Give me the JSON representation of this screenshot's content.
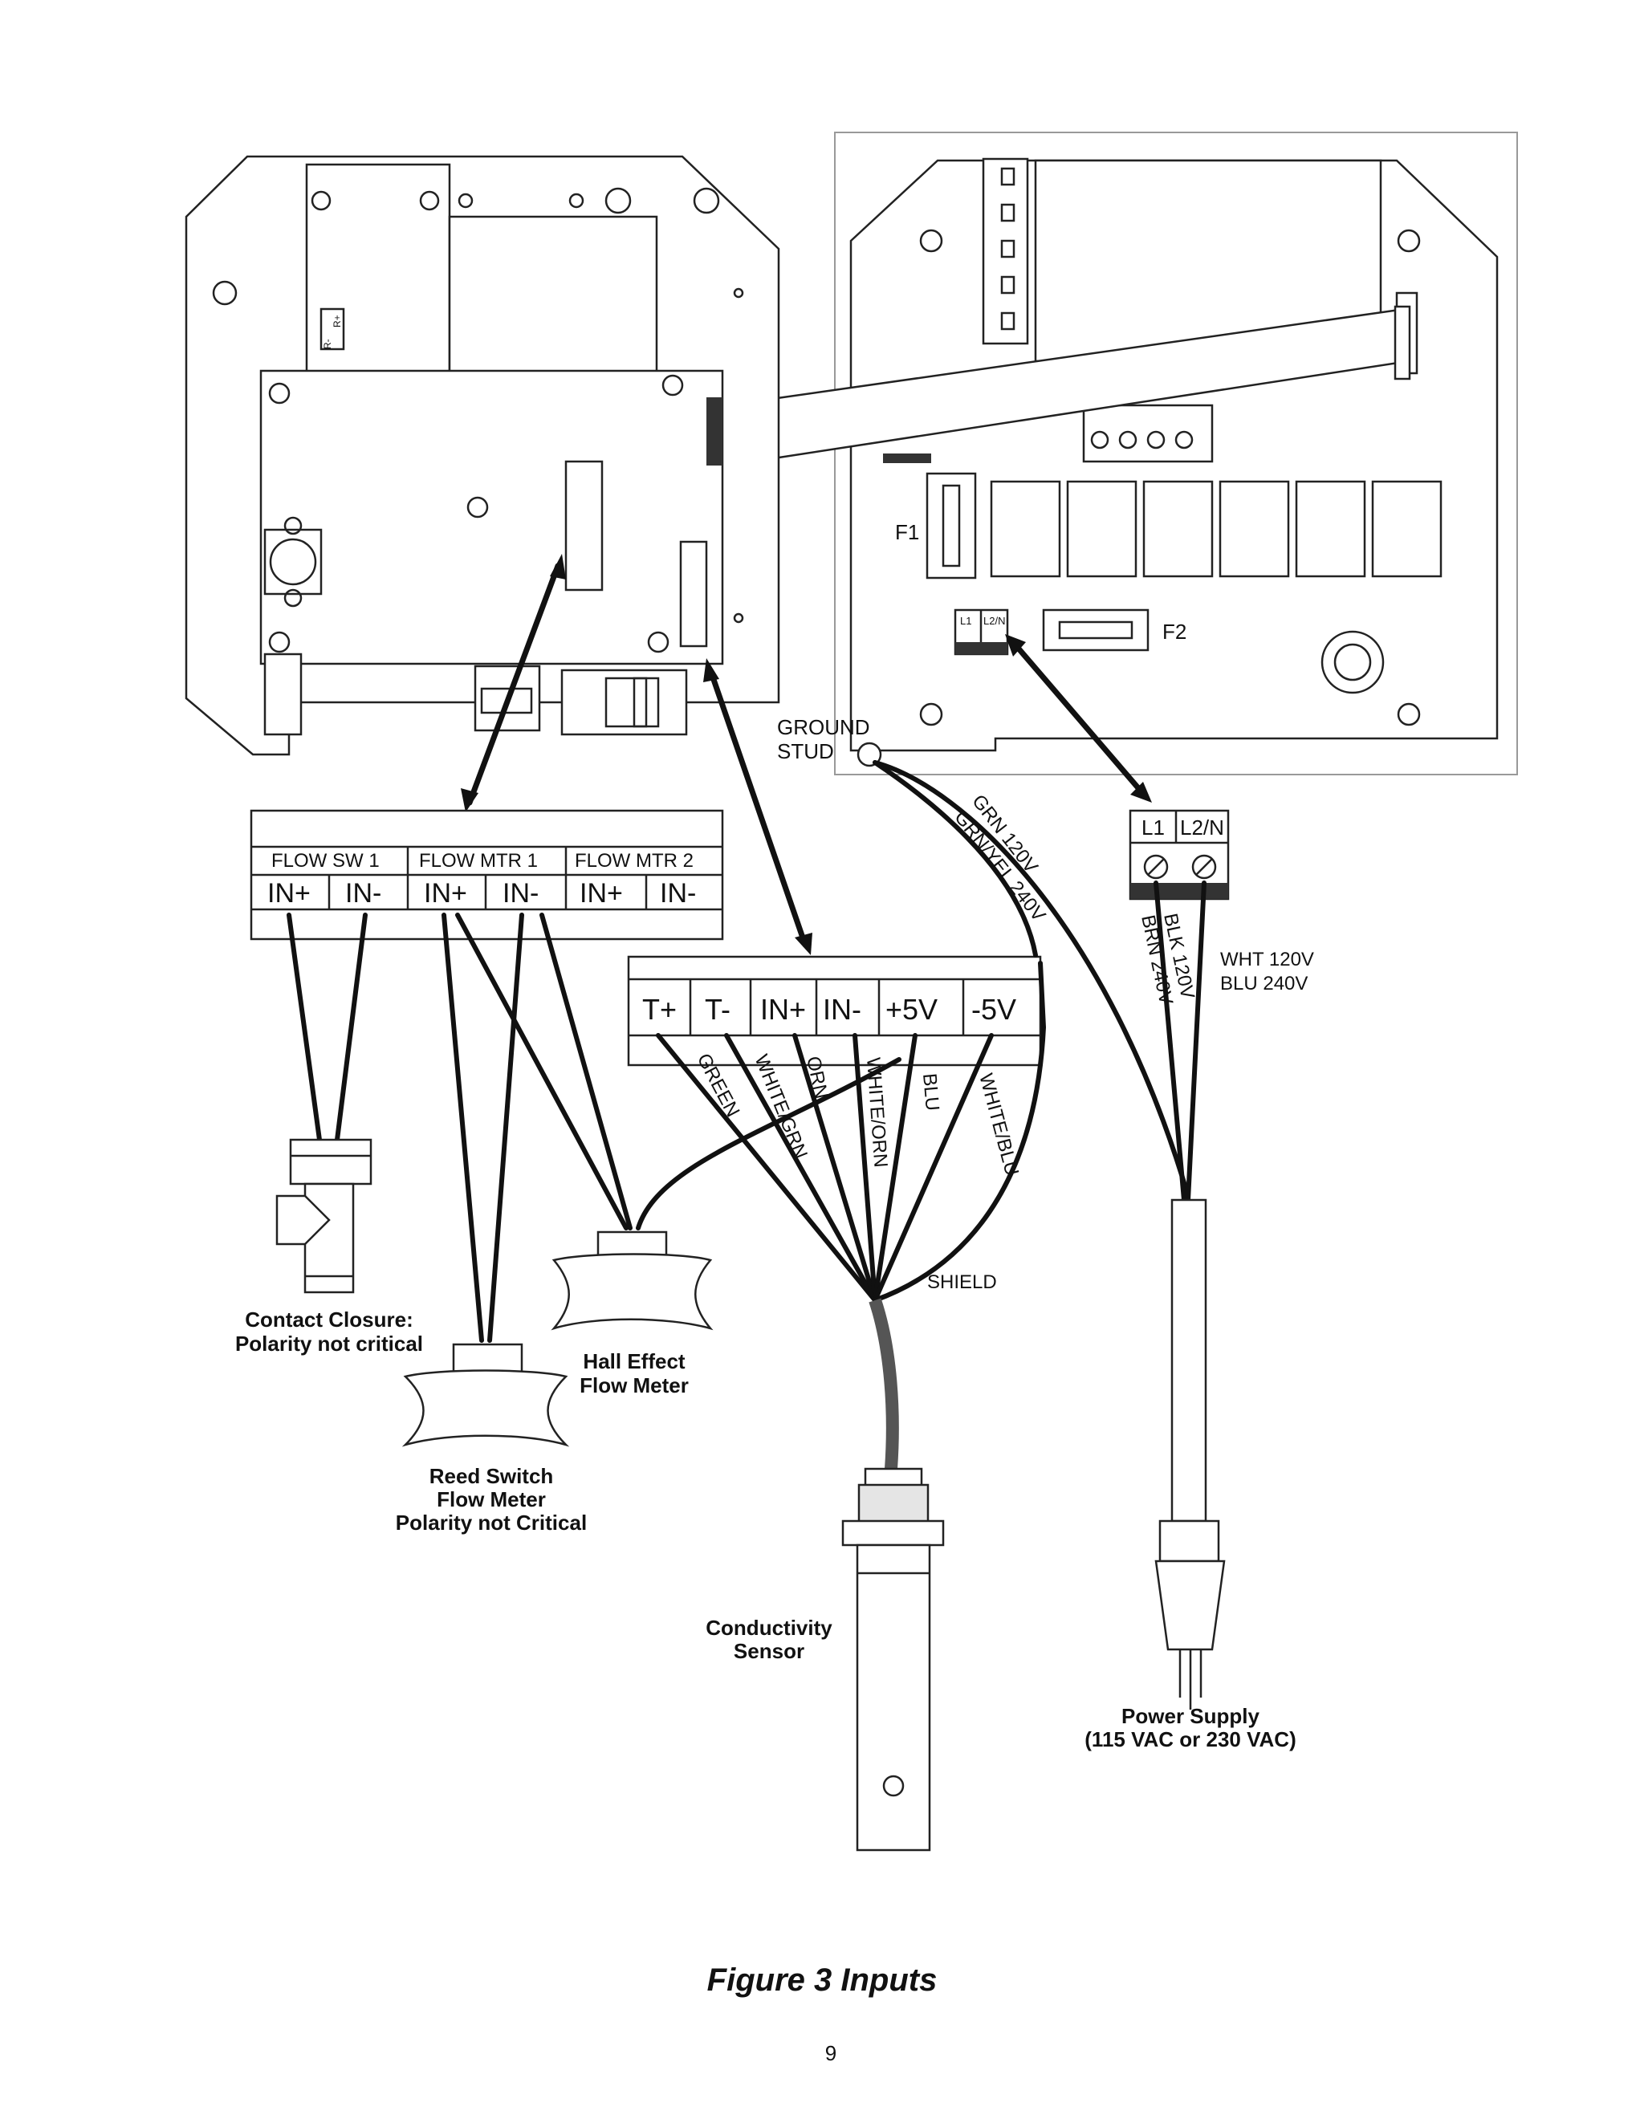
{
  "figure_title": "Figure 3 Inputs",
  "page_number": "9",
  "left_board": {
    "rr_terminal": [
      "R-",
      "R+"
    ]
  },
  "right_board": {
    "fuse1": "F1",
    "fuse2": "F2",
    "l1": "L1",
    "l2n": "L2/N",
    "ground_stud": [
      "GROUND",
      "STUD"
    ]
  },
  "flow_block": {
    "groups": [
      "FLOW SW 1",
      "FLOW MTR 1",
      "FLOW MTR 2"
    ],
    "terminals": [
      "IN+",
      "IN-",
      "IN+",
      "IN-",
      "IN+",
      "IN-"
    ]
  },
  "cond_block": {
    "terminals": [
      "T+",
      "T-",
      "IN+",
      "IN-",
      "+5V",
      "-5V"
    ]
  },
  "power_block": {
    "terminals": [
      "L1",
      "L2/N"
    ]
  },
  "wire_labels": {
    "green": "GREEN",
    "white_grn": "WHITE/GRN",
    "orn": "ORN",
    "white_orn": "WHITE/ORN",
    "blu": "BLU",
    "white_blu": "WHITE/BLU",
    "shield": "SHIELD",
    "grn_120": "GRN 120V",
    "grn_yel_240": "GRN/YEL 240V",
    "blk_120": "BLK 120V",
    "brn_240": "BRN 240V",
    "wht_120": "WHT 120V",
    "blu_240": "BLU 240V"
  },
  "devices": {
    "contact_closure": [
      "Contact Closure:",
      "Polarity not critical"
    ],
    "hall_effect": [
      "Hall Effect",
      "Flow Meter"
    ],
    "reed_switch": [
      "Reed Switch",
      "Flow Meter",
      "Polarity not Critical"
    ],
    "conductivity": [
      "Conductivity",
      "Sensor"
    ],
    "power_supply": [
      "Power Supply",
      "(115 VAC or 230 VAC)"
    ]
  }
}
